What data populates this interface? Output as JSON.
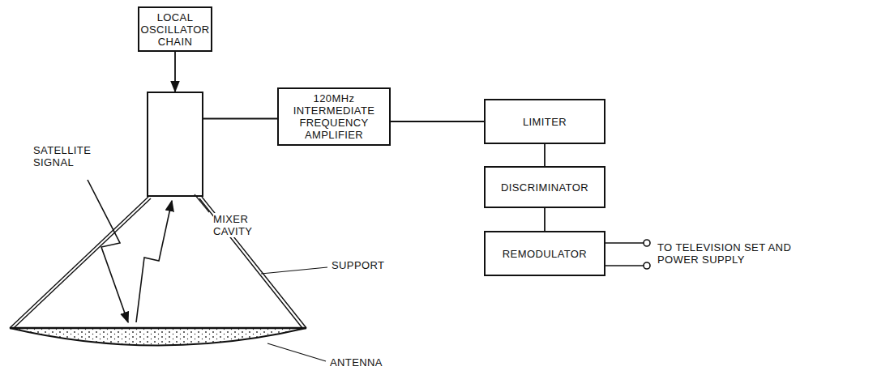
{
  "diagram": {
    "nodes": [
      {
        "text": [
          "LOCAL OSCILLATOR CHAIN"
        ]
      },
      {
        "text": [
          "MIXER CAVITY"
        ]
      },
      {
        "text": [
          "120MHz INTERMEDIATE FREQUENCY AMPLIFIER"
        ]
      },
      {
        "text": [
          "LIMITER"
        ]
      },
      {
        "text": [
          "DISCRIMINATOR"
        ]
      },
      {
        "text": [
          "REMODULATOR"
        ]
      }
    ],
    "edges": [
      {
        "from": 0,
        "to": 1,
        "arrow": "to"
      },
      {
        "from": 1,
        "to": 2,
        "arrow": "none"
      },
      {
        "from": 2,
        "to": 3,
        "arrow": "none"
      },
      {
        "from": 3,
        "to": 4,
        "arrow": "none"
      },
      {
        "from": 4,
        "to": 5,
        "arrow": "none"
      }
    ],
    "labels": [
      "SATELLITE SIGNAL",
      "SUPPORT",
      "ANTENNA",
      "TO TELEVISION SET AND POWER SUPPLY"
    ]
  }
}
